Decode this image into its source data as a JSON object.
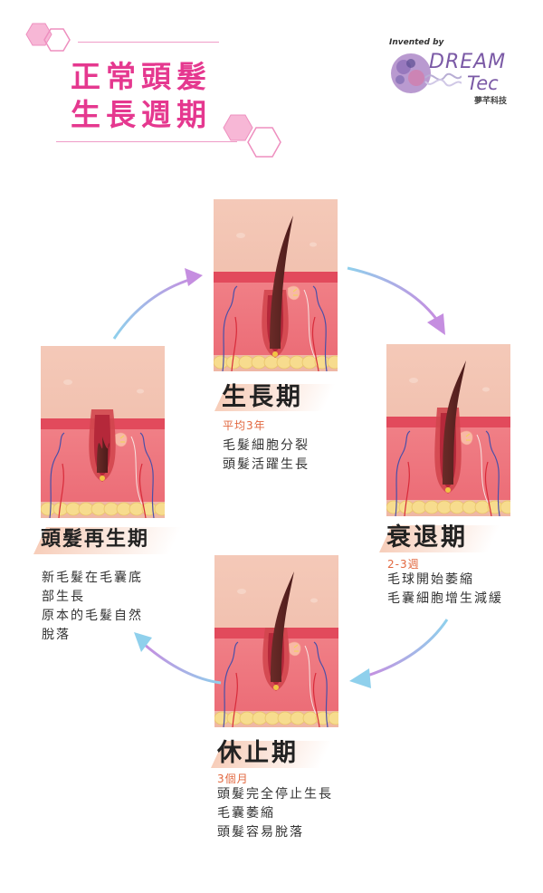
{
  "title": {
    "line1": "正常頭髮",
    "line2": "生長週期"
  },
  "brand": {
    "invented_by": "Invented by",
    "name_line1": "DREAM",
    "name_line2": "Tec",
    "chinese": "夢芊科技"
  },
  "phases": {
    "anagen": {
      "name": "生長期",
      "duration": "平均3年",
      "lines": [
        "毛髮細胞分裂",
        "頭髮活躍生長"
      ]
    },
    "catagen": {
      "name": "衰退期",
      "duration": "2-3週",
      "lines": [
        "毛球開始萎縮",
        "毛囊細胞增生減緩"
      ]
    },
    "telogen": {
      "name": "休止期",
      "duration": "3個月",
      "lines": [
        "頭髮完全停止生長",
        "毛囊萎縮",
        "頭髮容易脫落"
      ]
    },
    "regrowth": {
      "name": "頭髮再生期",
      "duration": "",
      "lines": [
        "新毛髮在毛囊底",
        "部生長",
        "原本的毛髮自然",
        "脫落"
      ]
    }
  },
  "colors": {
    "accent_pink": "#e5388f",
    "duration_orange": "#e2673e",
    "arrow_purple": "#c58ee0",
    "arrow_blue": "#8fd0ec"
  },
  "icons": [
    "hexagon-icon",
    "dream-tec-logo-icon",
    "cycle-arrow-icon"
  ]
}
